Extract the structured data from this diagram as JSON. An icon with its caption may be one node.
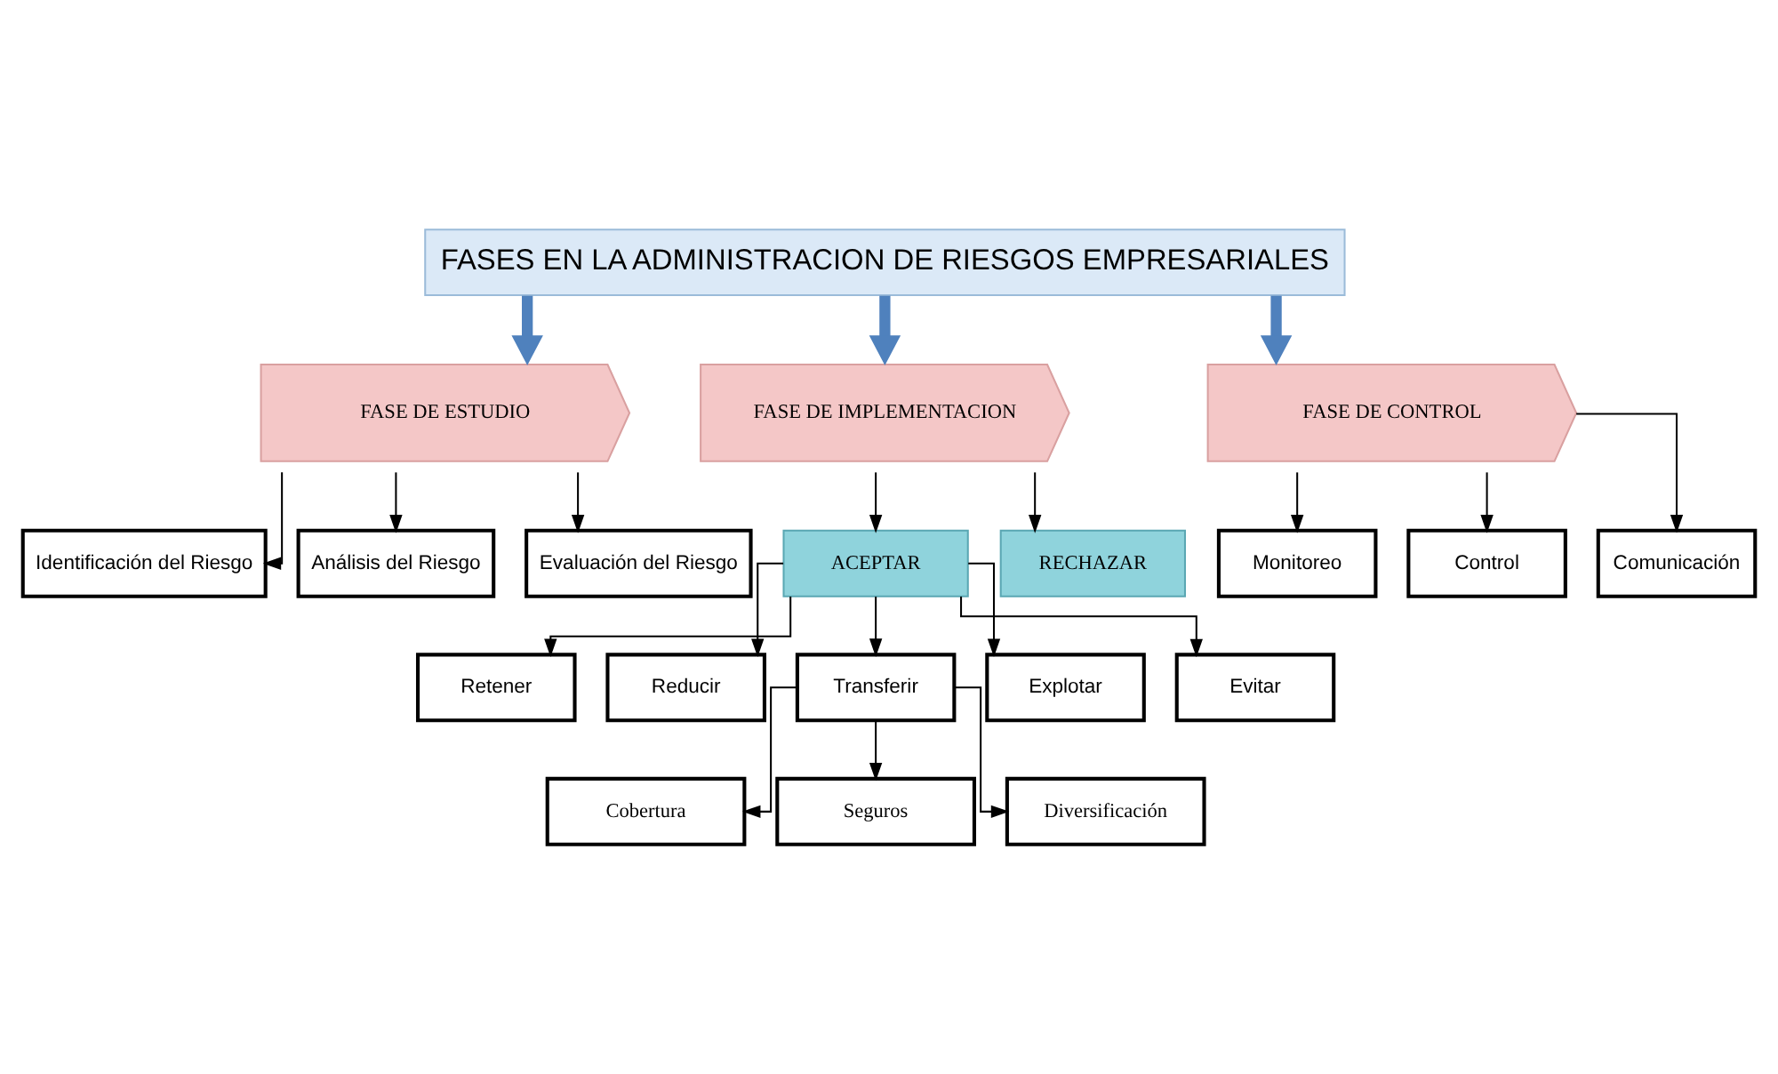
{
  "diagram": {
    "nodes": [
      {
        "text": [
          "FASES EN LA ADMINISTRACION DE RIESGOS EMPRESARIALES"
        ]
      },
      {
        "text": [
          "FASE DE ESTUDIO"
        ]
      },
      {
        "text": [
          "FASE DE IMPLEMENTACION"
        ]
      },
      {
        "text": [
          "FASE DE CONTROL"
        ]
      },
      {
        "text": [
          "Identificación del Riesgo"
        ]
      },
      {
        "text": [
          "Análisis del Riesgo"
        ]
      },
      {
        "text": [
          "Evaluación del Riesgo"
        ]
      },
      {
        "text": [
          "Monitoreo"
        ]
      },
      {
        "text": [
          "Control"
        ]
      },
      {
        "text": [
          "Comunicación"
        ]
      },
      {
        "text": [
          "ACEPTAR"
        ]
      },
      {
        "text": [
          "RECHAZAR"
        ]
      },
      {
        "text": [
          "Retener"
        ]
      },
      {
        "text": [
          "Reducir"
        ]
      },
      {
        "text": [
          "Transferir"
        ]
      },
      {
        "text": [
          "Explotar"
        ]
      },
      {
        "text": [
          "Evitar"
        ]
      },
      {
        "text": [
          "Cobertura"
        ]
      },
      {
        "text": [
          "Seguros"
        ]
      },
      {
        "text": [
          "Diversificación"
        ]
      }
    ],
    "edges": [
      {
        "from": 0,
        "to": 1,
        "arrow": "to",
        "style": "thick",
        "color": "#4f81bd"
      },
      {
        "from": 0,
        "to": 2,
        "arrow": "to",
        "style": "thick",
        "color": "#4f81bd"
      },
      {
        "from": 0,
        "to": 3,
        "arrow": "to",
        "style": "thick",
        "color": "#4f81bd"
      },
      {
        "from": 1,
        "to": 4,
        "arrow": "to"
      },
      {
        "from": 1,
        "to": 5,
        "arrow": "to"
      },
      {
        "from": 1,
        "to": 6,
        "arrow": "to"
      },
      {
        "from": 2,
        "to": 10,
        "arrow": "to"
      },
      {
        "from": 2,
        "to": 11,
        "arrow": "to"
      },
      {
        "from": 3,
        "to": 7,
        "arrow": "to"
      },
      {
        "from": 3,
        "to": 8,
        "arrow": "to"
      },
      {
        "from": 3,
        "to": 9,
        "arrow": "to"
      },
      {
        "from": 10,
        "to": 12,
        "arrow": "to"
      },
      {
        "from": 10,
        "to": 13,
        "arrow": "to"
      },
      {
        "from": 10,
        "to": 14,
        "arrow": "to"
      },
      {
        "from": 10,
        "to": 15,
        "arrow": "to"
      },
      {
        "from": 10,
        "to": 16,
        "arrow": "to"
      },
      {
        "from": 14,
        "to": 17,
        "arrow": "to"
      },
      {
        "from": 14,
        "to": 18,
        "arrow": "to"
      },
      {
        "from": 14,
        "to": 19,
        "arrow": "to"
      }
    ]
  }
}
